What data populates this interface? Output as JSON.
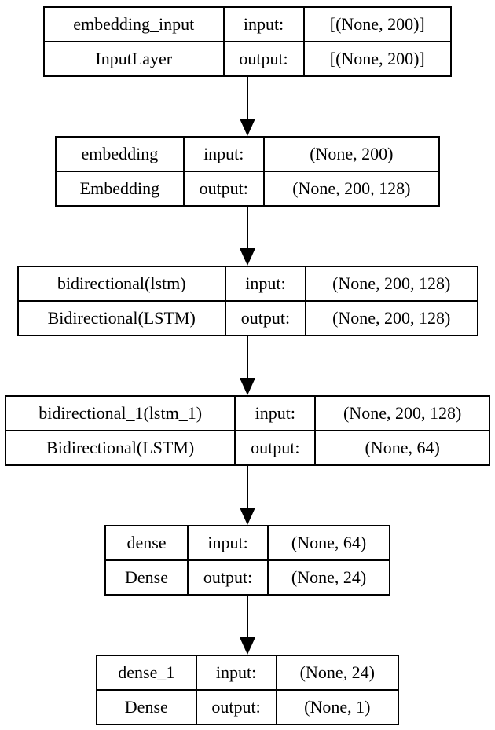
{
  "diagram": {
    "kind": "keras-model-architecture",
    "colors": {
      "background": "#ffffff",
      "border": "#000000",
      "text": "#000000",
      "arrow": "#000000"
    },
    "row_labels": {
      "input": "input:",
      "output": "output:"
    },
    "layers": [
      {
        "name": "embedding_input",
        "class": "InputLayer",
        "input_shape": "[(None, 200)]",
        "output_shape": "[(None, 200)]"
      },
      {
        "name": "embedding",
        "class": "Embedding",
        "input_shape": "(None, 200)",
        "output_shape": "(None, 200, 128)"
      },
      {
        "name": "bidirectional(lstm)",
        "class": "Bidirectional(LSTM)",
        "input_shape": "(None, 200, 128)",
        "output_shape": "(None, 200, 128)"
      },
      {
        "name": "bidirectional_1(lstm_1)",
        "class": "Bidirectional(LSTM)",
        "input_shape": "(None, 200, 128)",
        "output_shape": "(None, 64)"
      },
      {
        "name": "dense",
        "class": "Dense",
        "input_shape": "(None, 64)",
        "output_shape": "(None, 24)"
      },
      {
        "name": "dense_1",
        "class": "Dense",
        "input_shape": "(None, 24)",
        "output_shape": "(None, 1)"
      }
    ]
  }
}
